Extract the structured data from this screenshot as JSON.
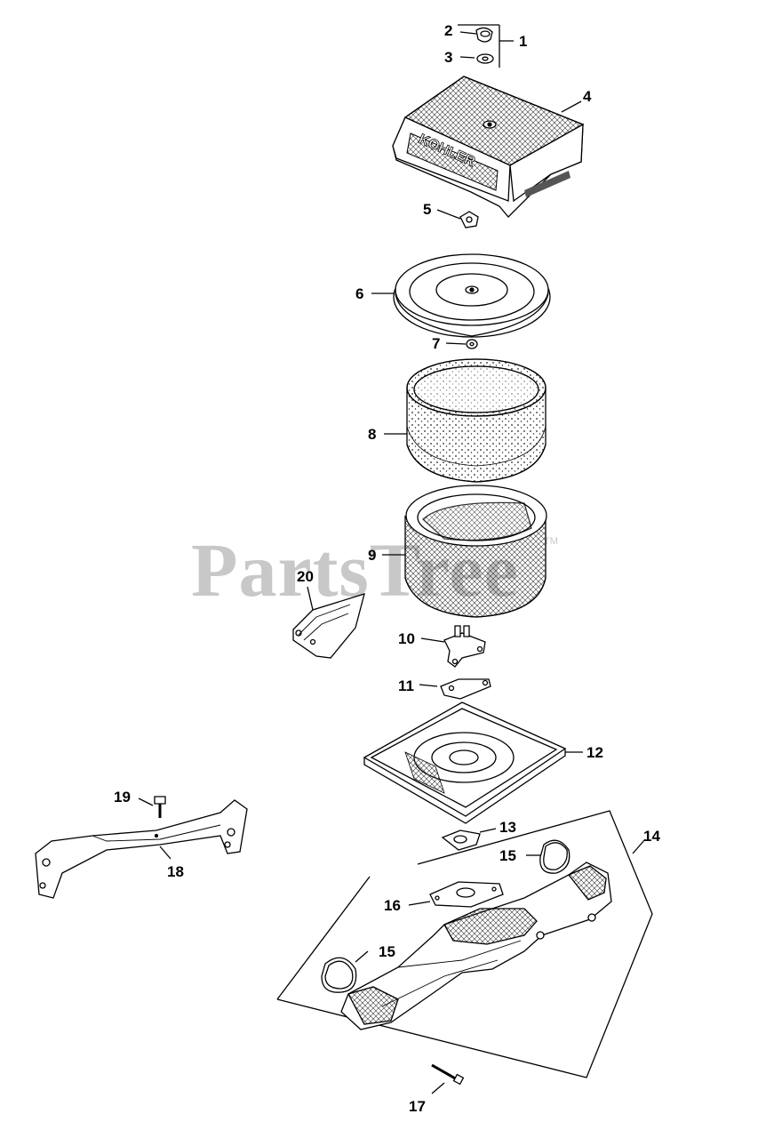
{
  "watermark": {
    "text": "PartsTree",
    "tm": "TM"
  },
  "cover_brand": "KOHLER",
  "callouts": {
    "c1": "1",
    "c2": "2",
    "c3": "3",
    "c4": "4",
    "c5": "5",
    "c6": "6",
    "c7": "7",
    "c8": "8",
    "c9": "9",
    "c10": "10",
    "c11": "11",
    "c12": "12",
    "c13": "13",
    "c14": "14",
    "c15a": "15",
    "c15b": "15",
    "c16": "16",
    "c17": "17",
    "c18": "18",
    "c19": "19",
    "c20": "20"
  }
}
